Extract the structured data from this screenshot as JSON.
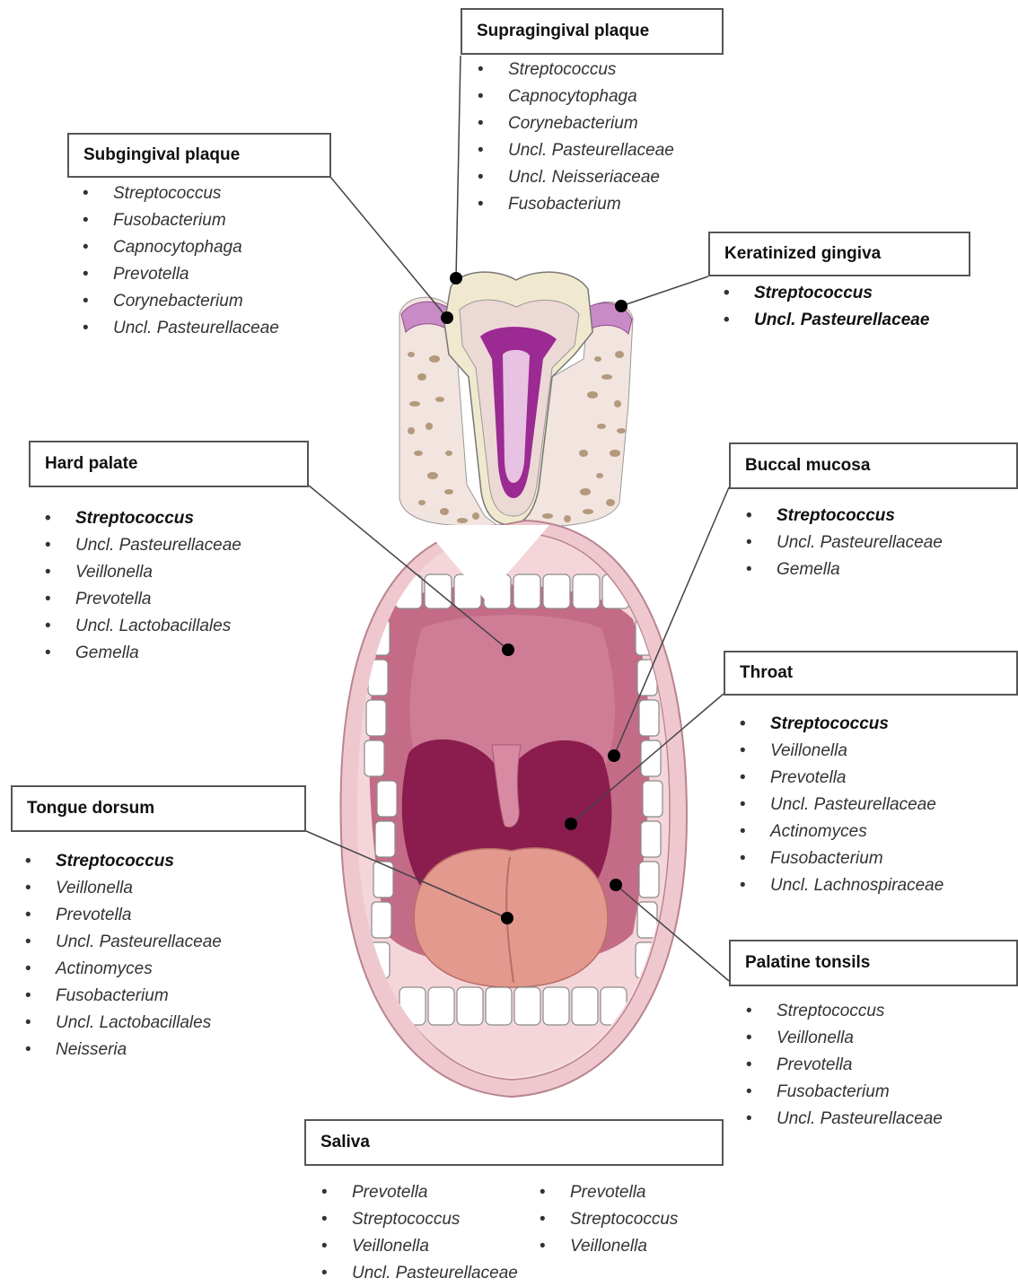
{
  "regions": {
    "supragingival": {
      "title": "Supragingival plaque",
      "taxa": [
        "Streptococcus",
        "Capnocytophaga",
        "Corynebacterium",
        "Uncl. Pasteurellaceae",
        "Uncl. Neisseriaceae",
        "Fusobacterium"
      ]
    },
    "subgingival": {
      "title": "Subgingival plaque",
      "taxa": [
        "Streptococcus",
        "Fusobacterium",
        "Capnocytophaga",
        "Prevotella",
        "Corynebacterium",
        "Uncl. Pasteurellaceae"
      ]
    },
    "keratinized": {
      "title": "Keratinized gingiva",
      "taxa": [
        "Streptococcus",
        "Uncl. Pasteurellaceae"
      ]
    },
    "hard_palate": {
      "title": "Hard palate",
      "taxa": [
        "Streptococcus",
        "Uncl. Pasteurellaceae",
        "Veillonella",
        "Prevotella",
        "Uncl. Lactobacillales",
        "Gemella"
      ]
    },
    "buccal": {
      "title": "Buccal mucosa",
      "taxa": [
        "Streptococcus",
        "Uncl. Pasteurellaceae",
        "Gemella"
      ]
    },
    "throat": {
      "title": "Throat",
      "taxa": [
        "Streptococcus",
        "Veillonella",
        "Prevotella",
        "Uncl. Pasteurellaceae",
        "Actinomyces",
        "Fusobacterium",
        "Uncl. Lachnospiraceae"
      ]
    },
    "tongue": {
      "title": "Tongue dorsum",
      "taxa": [
        "Streptococcus",
        "Veillonella",
        "Prevotella",
        "Uncl. Pasteurellaceae",
        "Actinomyces",
        "Fusobacterium",
        "Uncl. Lactobacillales",
        "Neisseria"
      ]
    },
    "tonsils": {
      "title": "Palatine tonsils",
      "taxa": [
        "Streptococcus",
        "Veillonella",
        "Prevotella",
        "Fusobacterium",
        "Uncl. Pasteurellaceae"
      ]
    },
    "saliva": {
      "title": "Saliva",
      "taxa_col1": [
        "Prevotella",
        "Streptococcus",
        "Veillonella",
        "Uncl. Pasteurellaceae"
      ],
      "taxa_col2": [
        "Prevotella",
        "Streptococcus",
        "Veillonella"
      ]
    }
  },
  "colors": {
    "box_border": "#555555",
    "leader": "#444444",
    "dot": "#000000",
    "gum": "#c98bc6",
    "enamel": "#f1e9cf",
    "dentin": "#ecd9d5",
    "pulp": "#9b2a92",
    "bone_dot": "#b39a7c",
    "lip": "#efc8cf",
    "mouth_pink": "#c46c87",
    "throat": "#8a1d4d",
    "tongue": "#e4998e",
    "teeth": "#ffffff"
  }
}
